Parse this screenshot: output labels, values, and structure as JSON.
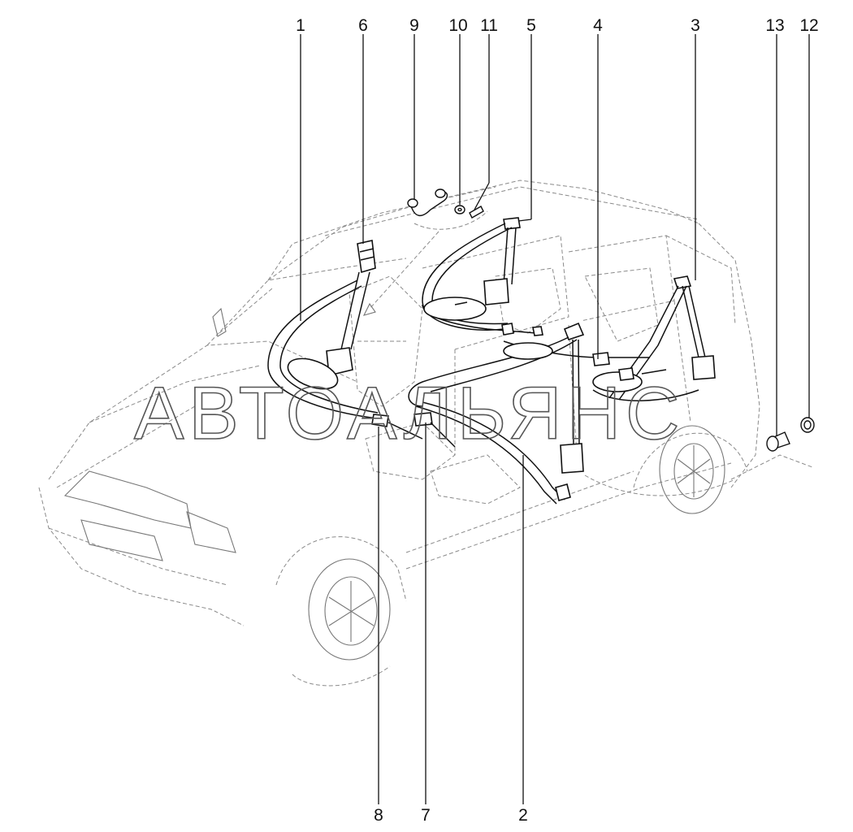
{
  "diagram": {
    "callouts": [
      "1",
      "6",
      "9",
      "10",
      "11",
      "5",
      "4",
      "3",
      "13",
      "12",
      "8",
      "7",
      "2"
    ],
    "watermark": "АВТОАЛЬЯНС"
  }
}
